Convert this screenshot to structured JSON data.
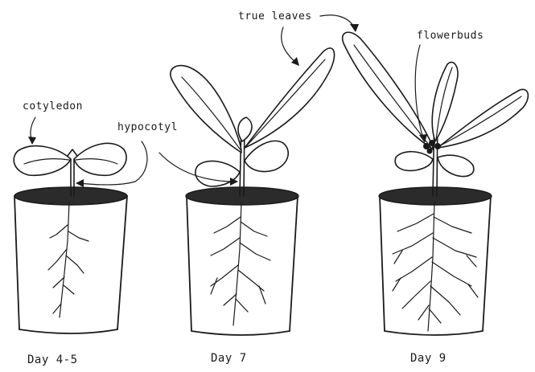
{
  "annotations": {
    "cotyledon": "cotyledon",
    "hypocotyl": "hypocotyl",
    "true_leaves": "true leaves",
    "flower_buds": "flowerbuds"
  },
  "stages": [
    {
      "label": "Day 4-5"
    },
    {
      "label": "Day 7"
    },
    {
      "label": "Day 9"
    }
  ],
  "colors": {
    "ink": "#1a1a1a",
    "soil": "#2b2b2b",
    "background": "#ffffff"
  }
}
